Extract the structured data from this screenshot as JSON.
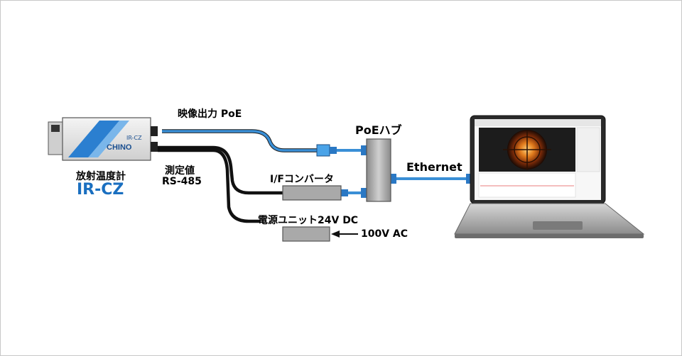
{
  "device": {
    "name": "放射温度計",
    "model": "IR-CZ",
    "brand": "CHINO",
    "panel_model": "IR-CZ"
  },
  "links": {
    "video_out": "映像出力 PoE",
    "measurement_line1": "測定値",
    "measurement_line2": "RS-485",
    "converter": "I/Fコンバータ",
    "power_unit": "電源ユニット24V DC",
    "ac_input": "100V AC",
    "hub": "PoEハブ",
    "ethernet": "Ethernet"
  },
  "colors": {
    "poe_cable": "#3a8fd6",
    "rs485_cable": "#111111",
    "model_text": "#1a6fc0",
    "box_fill": "#a9a9a9"
  }
}
